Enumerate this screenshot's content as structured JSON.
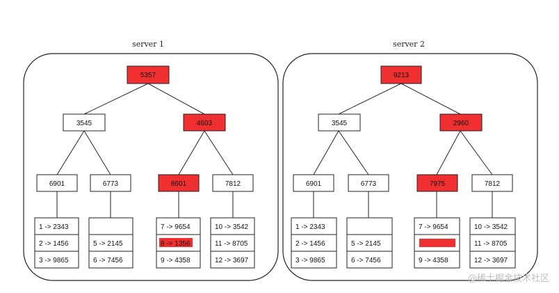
{
  "colors": {
    "highlight": "#f03030",
    "normal": "#ffffff",
    "stroke": "#222222"
  },
  "servers": [
    {
      "title": "server 1",
      "root": "5357",
      "level1": [
        "3545",
        "4603"
      ],
      "level2": [
        "6901",
        "6773",
        "8601",
        "7812"
      ],
      "highlight_nodes": [
        "root",
        "l1_1",
        "l2_2"
      ],
      "buckets": [
        [
          "1 -> 2343",
          "2 -> 1456",
          "3 -> 9865"
        ],
        [
          "",
          "5 -> 2145",
          "6 -> 7456"
        ],
        [
          "7 -> 9654",
          "8 -> 1356",
          "9 -> 4358"
        ],
        [
          "10 -> 3542",
          "11 -> 8705",
          "12 -> 3697"
        ]
      ]
    },
    {
      "title": "server 2",
      "root": "9213",
      "level1": [
        "3545",
        "2960"
      ],
      "level2": [
        "6901",
        "6773",
        "7975",
        "7812"
      ],
      "highlight_nodes": [
        "root",
        "l1_1",
        "l2_2"
      ],
      "buckets": [
        [
          "1 -> 2343",
          "2 -> 1456",
          "3 -> 9865"
        ],
        [
          "",
          "5 -> 2145",
          "6 -> 7456"
        ],
        [
          "7 -> 9654",
          "",
          "9 -> 4358"
        ],
        [
          "10 -> 3542",
          "11 -> 8705",
          "12 -> 3697"
        ]
      ]
    }
  ],
  "watermark": "@稀土掘金技术社区"
}
